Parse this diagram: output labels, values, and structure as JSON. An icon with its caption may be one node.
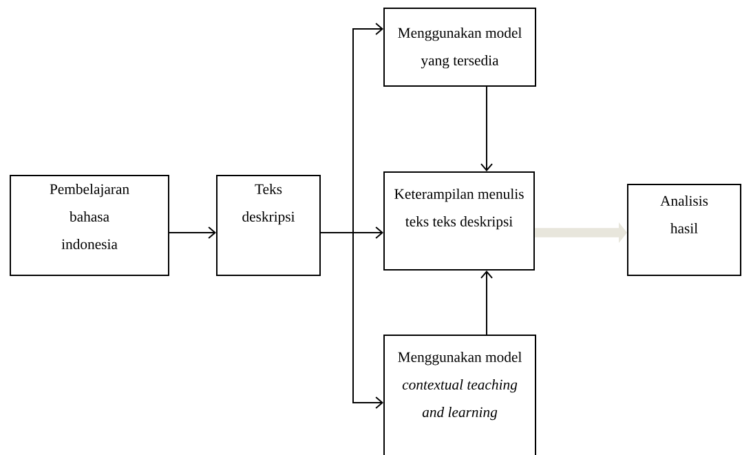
{
  "diagram": {
    "nodes": [
      {
        "text": [
          "Pembelajaran bahasa indonesia"
        ]
      },
      {
        "text": [
          "Teks deskripsi"
        ]
      },
      {
        "text": [
          "Menggunakan model yang tersedia"
        ]
      },
      {
        "text": [
          "Keterampilan menulis teks teks deskripsi"
        ]
      },
      {
        "text": [
          "Analisis hasil"
        ]
      },
      {
        "text": [
          "Menggunakan model *contextual teaching and learning*"
        ]
      }
    ],
    "edges": [
      {
        "from": 0,
        "to": 1,
        "arrow": "to"
      },
      {
        "from": 1,
        "to": 2,
        "arrow": "to"
      },
      {
        "from": 1,
        "to": 3,
        "arrow": "to"
      },
      {
        "from": 1,
        "to": 5,
        "arrow": "to"
      },
      {
        "from": 2,
        "to": 3,
        "arrow": "to"
      },
      {
        "from": 5,
        "to": 3,
        "arrow": "to"
      },
      {
        "from": 3,
        "to": 4,
        "arrow": "to",
        "style": "thick",
        "color": "#e8e6dc"
      }
    ]
  }
}
